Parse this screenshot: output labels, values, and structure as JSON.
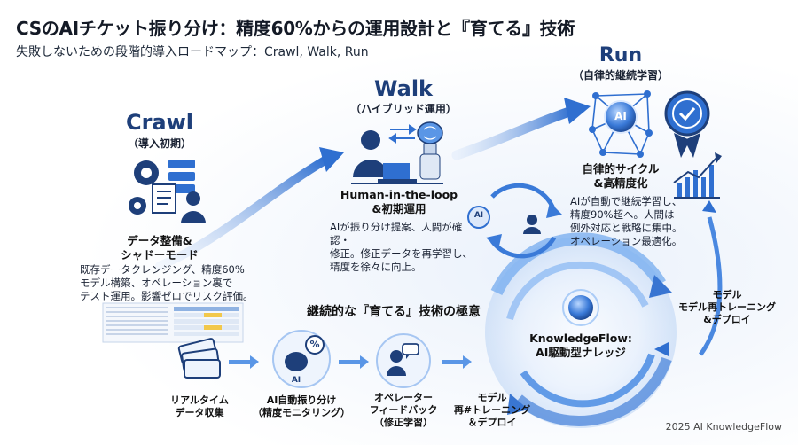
{
  "title": "CSのAIチケット振り分け：精度60%からの運用設計と『育てる』技術",
  "subtitle": "失敗しないための段階的導入ロードマップ：Crawl, Walk, Run",
  "crawl": {
    "name": "Crawl",
    "phase": "（導入初期）",
    "heading": [
      "データ整備&",
      "シャドーモード"
    ],
    "desc": [
      "既存データクレンジング、精度60%",
      "モデル構築、オペレーション裏で",
      "テスト運用。影響ゼロでリスク評価。"
    ]
  },
  "walk": {
    "name": "Walk",
    "phase": "（ハイブリッド運用）",
    "heading": [
      "Human-in-the-loop",
      "&初期運用"
    ],
    "desc": [
      "AIが振り分け提案、人間が確認・",
      "修正。修正データを再学習し、",
      "精度を徐々に向上。"
    ],
    "cycle_badge": "AI"
  },
  "run": {
    "name": "Run",
    "phase": "（自律的継続学習）",
    "heading": [
      "自律的サイクル",
      "&高精度化"
    ],
    "desc": [
      "AIが自動で継続学習し、",
      "精度90%超へ。人間は",
      "例外対応と戦略に集中。",
      "オペレーション最適化。"
    ],
    "network_badge": "AI"
  },
  "loop": {
    "title": "継続的な『育てる』技術の極意",
    "center": [
      "KnowledgeFlow:",
      "AI駆動型ナレッジ"
    ],
    "right_label": [
      "モデル",
      "モデル再トレーニング",
      "&デプロイ"
    ],
    "steps": [
      {
        "label": [
          "リアルタイム",
          "データ収集"
        ]
      },
      {
        "label": [
          "AI自動振り分け",
          "（精度モニタリング）"
        ],
        "badge": "AI",
        "pct": "%"
      },
      {
        "label": [
          "オペレーター",
          "フィードバック",
          "（修正学習）"
        ]
      },
      {
        "label": [
          "モデル",
          "再#トレーニング",
          "＆デプロイ"
        ]
      }
    ]
  },
  "footer": "2025 AI KnowledgeFlow",
  "colors": {
    "accent": "#2f6fd0",
    "navy": "#1e3f7a",
    "glow": "#5aa0f0"
  }
}
